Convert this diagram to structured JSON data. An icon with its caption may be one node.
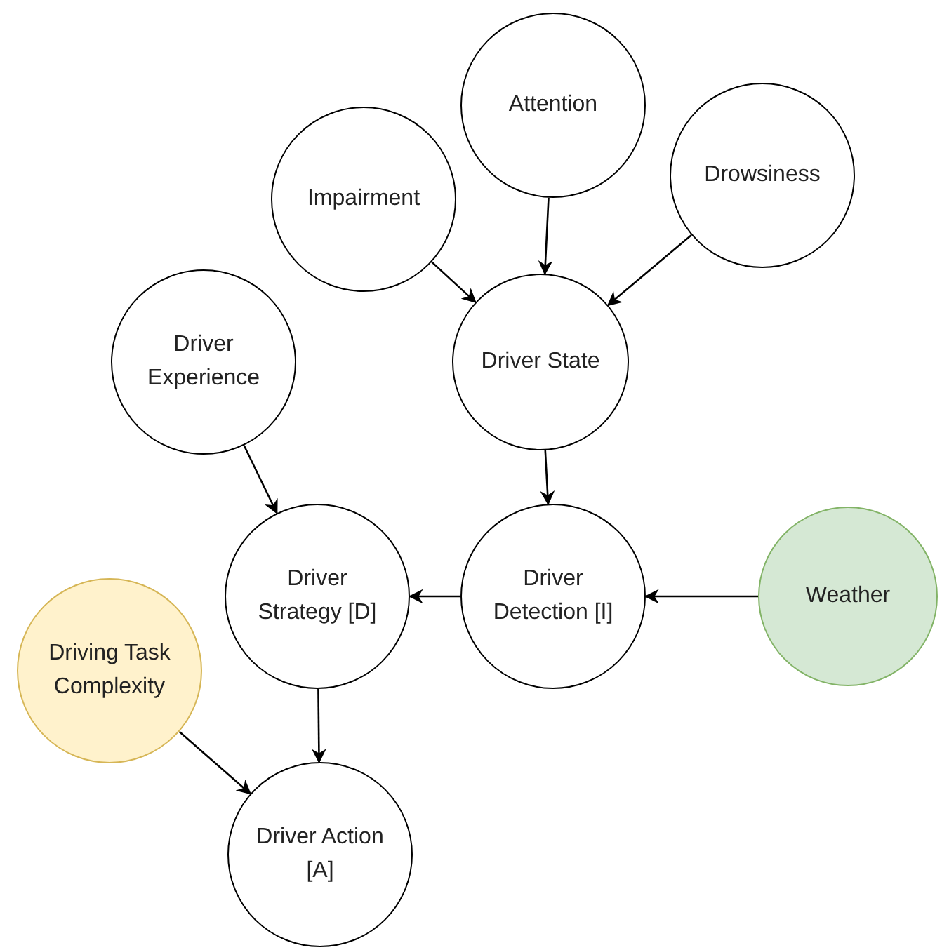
{
  "diagram": {
    "nodes": [
      {
        "text": [
          "Attention"
        ]
      },
      {
        "text": [
          "Impairment"
        ]
      },
      {
        "text": [
          "Drowsiness"
        ]
      },
      {
        "text": [
          "Driver Experience"
        ]
      },
      {
        "text": [
          "Driver State"
        ]
      },
      {
        "text": [
          "Driver Strategy [D]"
        ]
      },
      {
        "text": [
          "Driver Detection [I]"
        ]
      },
      {
        "text": [
          "Weather"
        ]
      },
      {
        "text": [
          "Driving Task Complexity"
        ]
      },
      {
        "text": [
          "Driver Action [A]"
        ]
      }
    ],
    "edges": [
      {
        "from": 0,
        "to": 4,
        "arrow": "to"
      },
      {
        "from": 1,
        "to": 4,
        "arrow": "to"
      },
      {
        "from": 2,
        "to": 4,
        "arrow": "to"
      },
      {
        "from": 3,
        "to": 5,
        "arrow": "to"
      },
      {
        "from": 4,
        "to": 6,
        "arrow": "to"
      },
      {
        "from": 6,
        "to": 5,
        "arrow": "to"
      },
      {
        "from": 7,
        "to": 6,
        "arrow": "to"
      },
      {
        "from": 5,
        "to": 9,
        "arrow": "to"
      },
      {
        "from": 8,
        "to": 9,
        "arrow": "to"
      }
    ]
  }
}
